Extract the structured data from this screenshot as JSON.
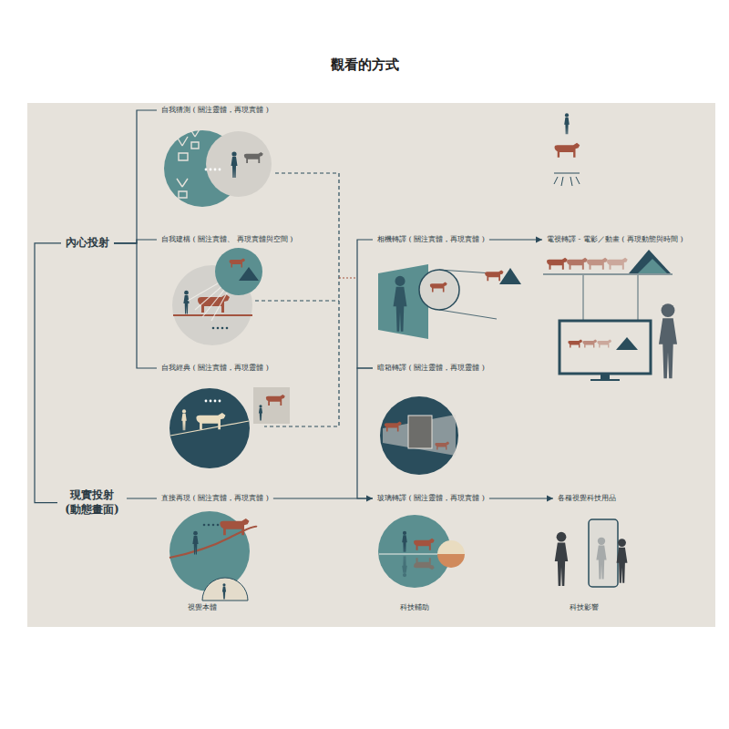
{
  "diagram": {
    "title": "觀看的方式",
    "nodes": [
      {
        "text": [
          "內心投射"
        ]
      },
      {
        "text": [
          "現實投射 (動態畫面)"
        ]
      },
      {
        "text": [
          "自我猜測 ( 關注靈體，再現實體 )"
        ]
      },
      {
        "text": [
          "自我建構 ( 關注實體、 再現實體與空間 )"
        ]
      },
      {
        "text": [
          "自我經典 ( 關注實體，再現靈體 )"
        ]
      },
      {
        "text": [
          "直接再現 ( 關注實體，再現實體 )"
        ]
      },
      {
        "text": [
          "相機轉譯 ( 關注實體，再現實體 )"
        ]
      },
      {
        "text": [
          "暗箱轉譯 ( 關注靈體，再現靈體 )"
        ]
      },
      {
        "text": [
          "玻璃轉譯 ( 關注靈體，再現實體 )"
        ]
      },
      {
        "text": [
          "電視轉譯 - 電影／動畫 ( 再現動態與時間 )"
        ]
      },
      {
        "text": [
          "各種視覺科技用品"
        ]
      }
    ],
    "edges": [
      {
        "from": 0,
        "to": 2,
        "arrow": "none"
      },
      {
        "from": 0,
        "to": 3,
        "arrow": "none"
      },
      {
        "from": 0,
        "to": 4,
        "arrow": "none"
      },
      {
        "from": 0,
        "to": 1,
        "arrow": "none"
      },
      {
        "from": 1,
        "to": 5,
        "arrow": "none"
      },
      {
        "from": 5,
        "to": 8,
        "arrow": "to"
      },
      {
        "from": 6,
        "to": 7,
        "arrow": "none"
      },
      {
        "from": 7,
        "to": 8,
        "arrow": "none"
      },
      {
        "from": 6,
        "to": 9,
        "arrow": "to"
      },
      {
        "from": 8,
        "to": 10,
        "arrow": "to"
      }
    ],
    "labels": [
      "視覺本體",
      "科技輔助",
      "科技影響"
    ]
  }
}
